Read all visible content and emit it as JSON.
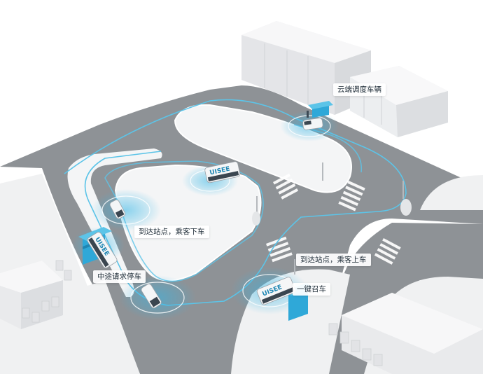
{
  "labels": {
    "cloud_dispatch": "云端调度车辆",
    "arrive_drop_off": "到达站点，乘客下车",
    "arrive_pick_up": "到达站点，乘客上车",
    "midway_stop": "中途请求停车",
    "one_key_call": "一键召车"
  },
  "vehicle_brand": "UISEE",
  "colors": {
    "road": "#8f9397",
    "sidewalk": "#f2f3f4",
    "route": "#5cc4e8",
    "signal": "#2aa9da",
    "building": "#e9eaec"
  },
  "icons": [
    "cloud-dispatch-building",
    "bus-stop-shelter",
    "shuttle-bus",
    "signal-ring-icon",
    "crosswalk",
    "lamp-post",
    "tree"
  ]
}
